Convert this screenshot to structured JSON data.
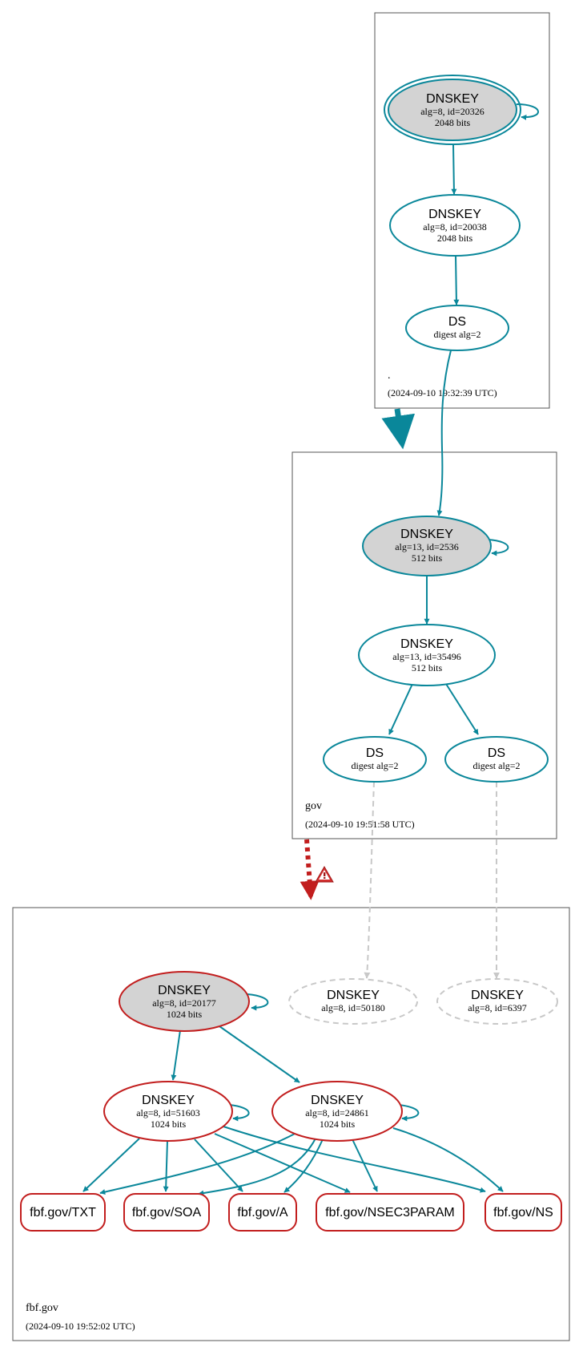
{
  "colors": {
    "teal": "#0a879a",
    "red": "#c21e1e",
    "gray_fill": "#d3d3d3",
    "dashed_gray": "#c8c8c8",
    "box_border": "#555555",
    "warning": "#d32f2f"
  },
  "zones": {
    "root": {
      "name": ".",
      "timestamp": "(2024-09-10 19:32:39 UTC)"
    },
    "gov": {
      "name": "gov",
      "timestamp": "(2024-09-10 19:51:58 UTC)"
    },
    "fbf": {
      "name": "fbf.gov",
      "timestamp": "(2024-09-10 19:52:02 UTC)"
    }
  },
  "nodes": {
    "root_ksk": {
      "title": "DNSKEY",
      "line1": "alg=8, id=20326",
      "line2": "2048 bits"
    },
    "root_zsk": {
      "title": "DNSKEY",
      "line1": "alg=8, id=20038",
      "line2": "2048 bits"
    },
    "root_ds": {
      "title": "DS",
      "line1": "digest alg=2"
    },
    "gov_ksk": {
      "title": "DNSKEY",
      "line1": "alg=13, id=2536",
      "line2": "512 bits"
    },
    "gov_zsk": {
      "title": "DNSKEY",
      "line1": "alg=13, id=35496",
      "line2": "512 bits"
    },
    "gov_ds1": {
      "title": "DS",
      "line1": "digest alg=2"
    },
    "gov_ds2": {
      "title": "DS",
      "line1": "digest alg=2"
    },
    "fbf_ksk": {
      "title": "DNSKEY",
      "line1": "alg=8, id=20177",
      "line2": "1024 bits"
    },
    "fbf_missing1": {
      "title": "DNSKEY",
      "line1": "alg=8, id=50180"
    },
    "fbf_missing2": {
      "title": "DNSKEY",
      "line1": "alg=8, id=6397"
    },
    "fbf_zsk1": {
      "title": "DNSKEY",
      "line1": "alg=8, id=51603",
      "line2": "1024 bits"
    },
    "fbf_zsk2": {
      "title": "DNSKEY",
      "line1": "alg=8, id=24861",
      "line2": "1024 bits"
    }
  },
  "records": {
    "txt": "fbf.gov/TXT",
    "soa": "fbf.gov/SOA",
    "a": "fbf.gov/A",
    "nsec3param": "fbf.gov/NSEC3PARAM",
    "ns": "fbf.gov/NS"
  },
  "icons": {
    "warning": "warning-triangle-icon"
  }
}
